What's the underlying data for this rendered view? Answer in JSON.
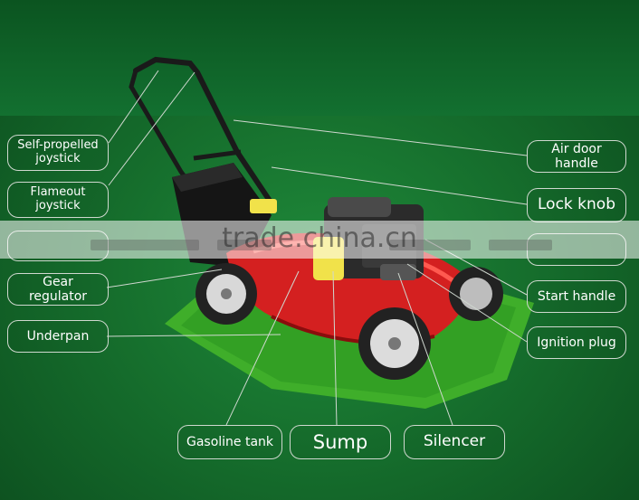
{
  "watermark": "trade.china.cn",
  "labels": {
    "self_propelled_joystick": "Self-propelled joystick",
    "flameout_joystick": "Flameout joystick",
    "gear_regulator": "Gear regulator",
    "underpan": "Underpan",
    "air_door_handle": "Air door handle",
    "lock_knob": "Lock knob",
    "start_handle": "Start handle",
    "ignition_plug": "Ignition plug",
    "gasoline_tank": "Gasoline tank",
    "sump": "Sump",
    "silencer": "Silencer"
  },
  "colors": {
    "background": "#166f2d",
    "mower_body": "#d42020",
    "grass": "#3fae2a",
    "callout_border": "#cfd8cf",
    "fuel_tank": "#f1e24a"
  }
}
